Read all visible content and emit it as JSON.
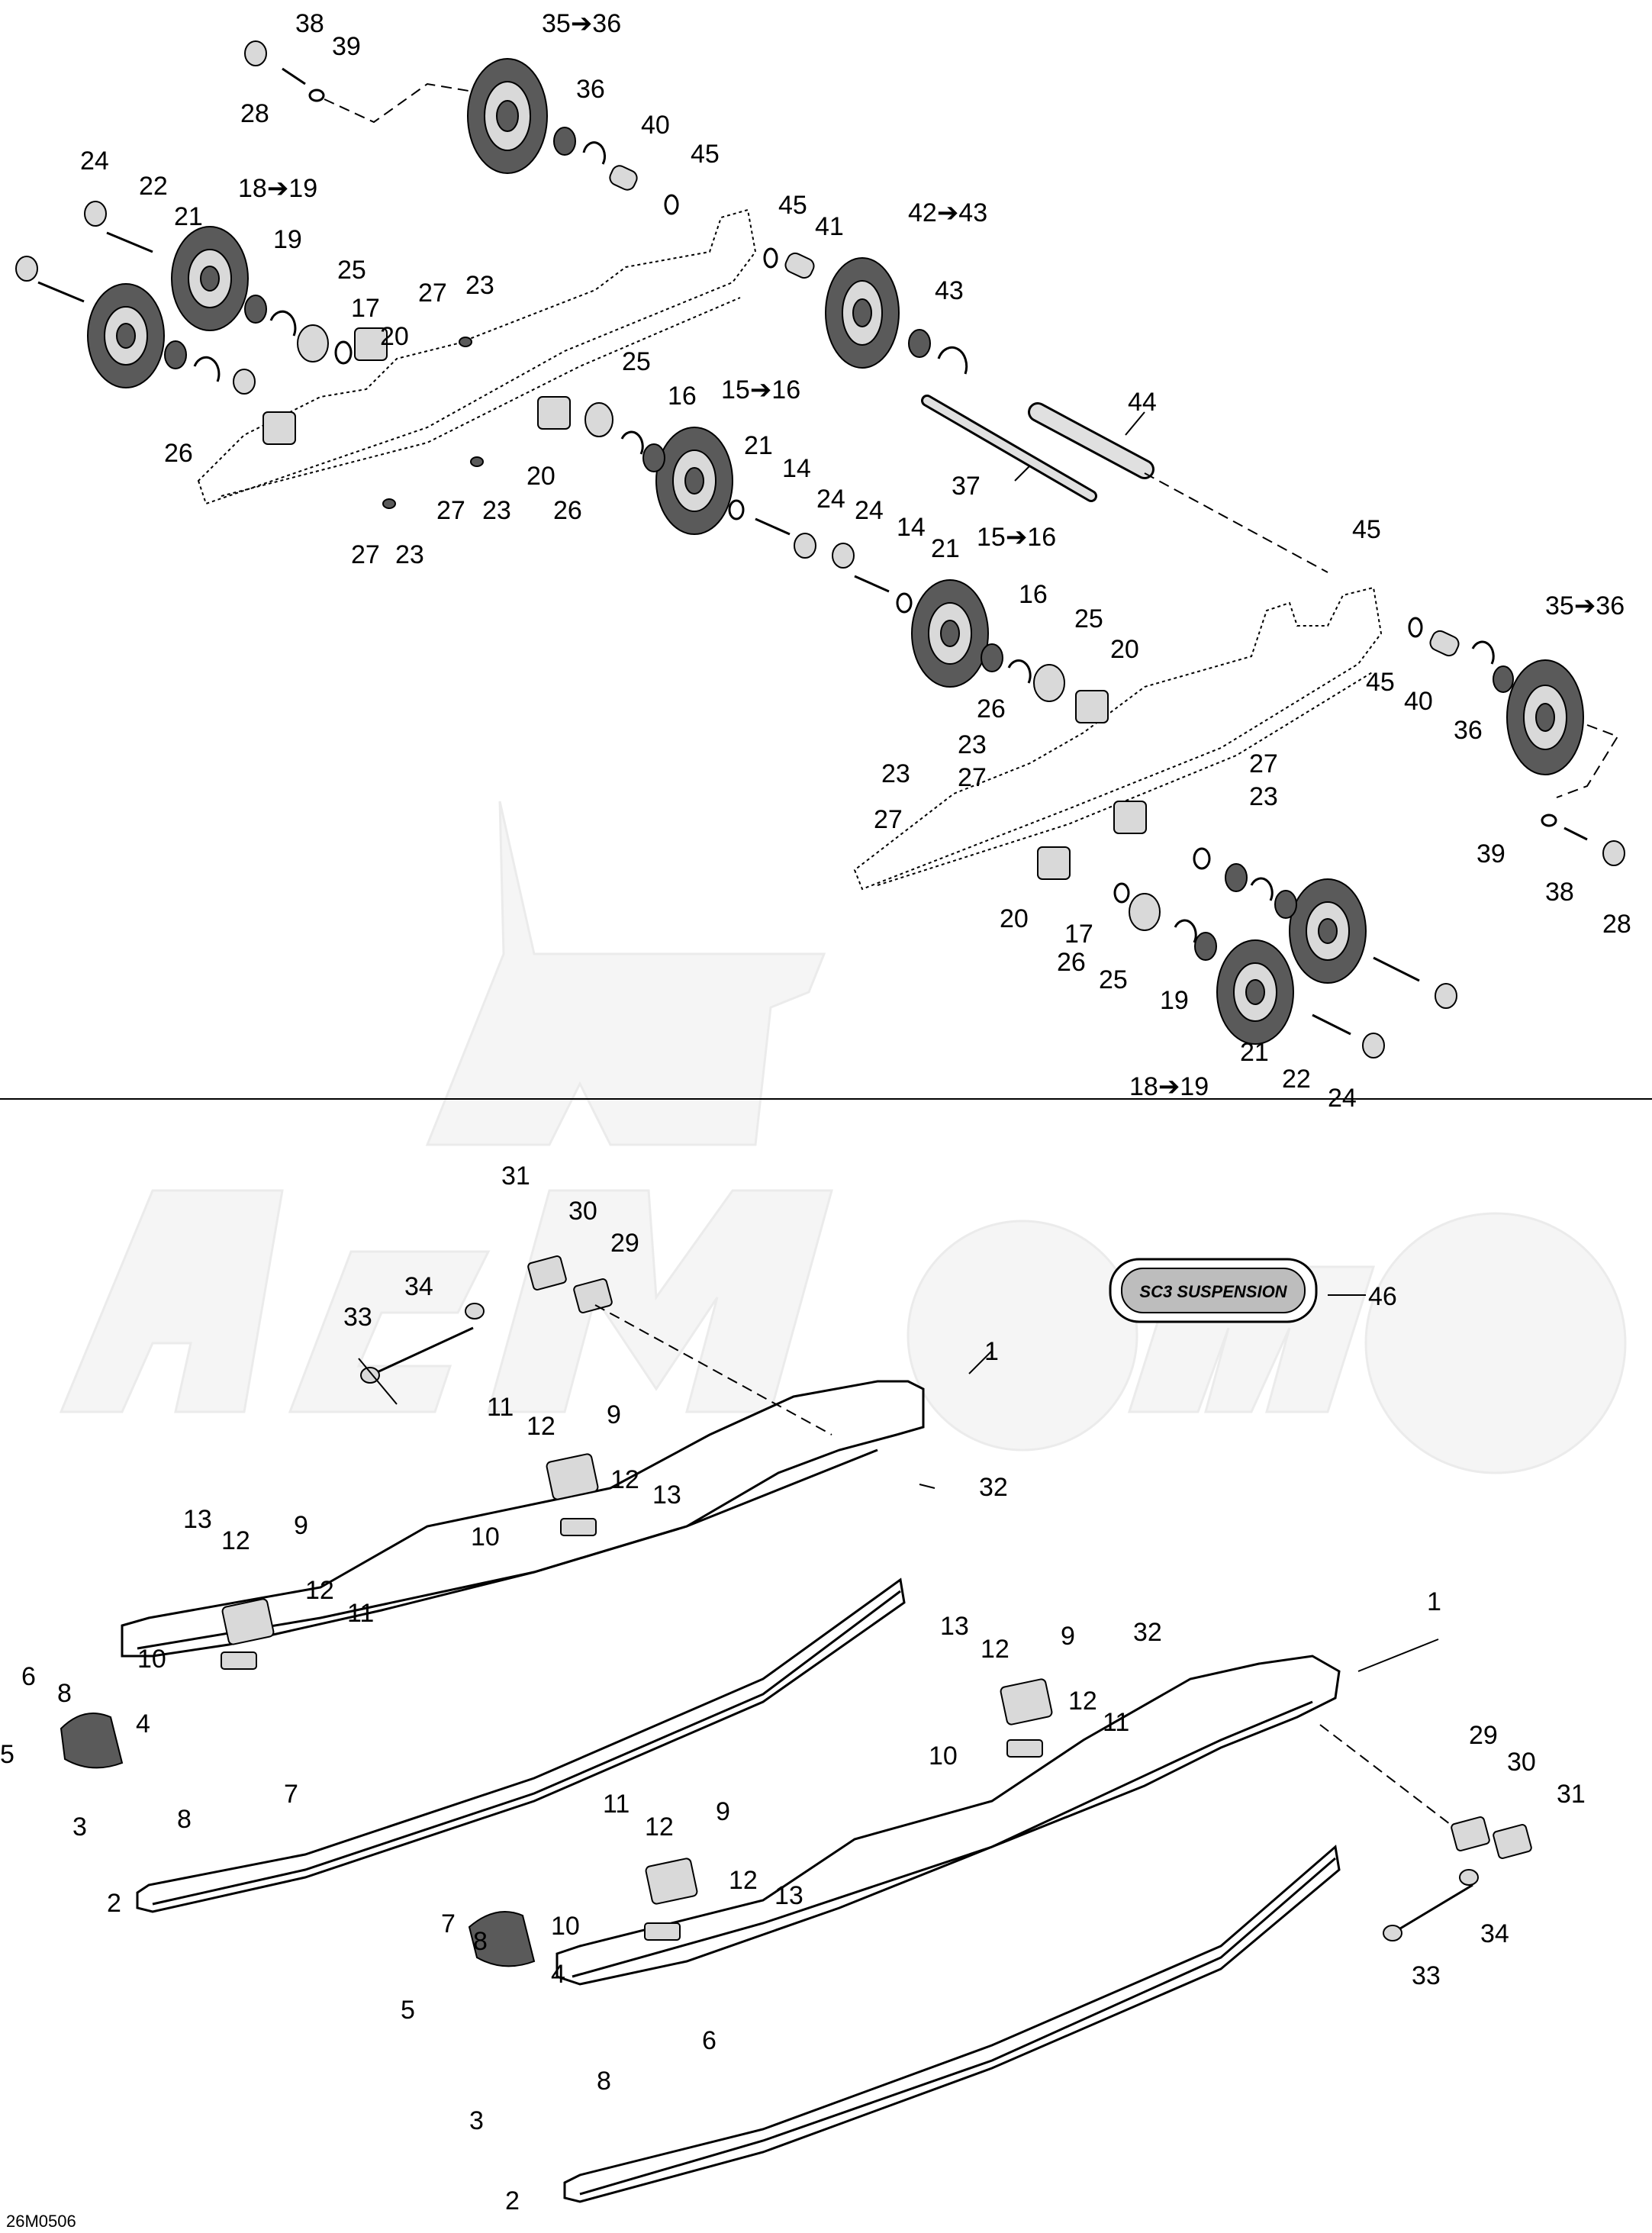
{
  "diagram": {
    "code": "26M0506",
    "logo_text": "SC3 SUSPENSION",
    "watermark_text": "ArcMoto",
    "colors": {
      "ink": "#000000",
      "watermark": "#e8e8e8",
      "background": "#ffffff"
    }
  },
  "top": {
    "labels": [
      "38",
      "39",
      "28",
      "35➔36",
      "36",
      "40",
      "45",
      "45",
      "41",
      "42➔43",
      "43",
      "24",
      "22",
      "21",
      "18➔19",
      "19",
      "25",
      "17",
      "20",
      "27",
      "23",
      "26",
      "27",
      "23",
      "27",
      "23",
      "25",
      "16",
      "15➔16",
      "21",
      "14",
      "24",
      "24",
      "14",
      "21",
      "20",
      "26",
      "44",
      "37",
      "45",
      "35➔36",
      "15➔16",
      "16",
      "25",
      "20",
      "26",
      "45",
      "40",
      "36",
      "23",
      "27",
      "23",
      "27",
      "23",
      "27",
      "39",
      "38",
      "28",
      "20",
      "26",
      "17",
      "25",
      "19",
      "18➔19",
      "21",
      "22",
      "24"
    ]
  },
  "bottom": {
    "labels": [
      "31",
      "30",
      "29",
      "34",
      "33",
      "46",
      "1",
      "11",
      "12",
      "9",
      "12",
      "13",
      "32",
      "10",
      "13",
      "12",
      "9",
      "12",
      "11",
      "10",
      "1",
      "13",
      "12",
      "9",
      "32",
      "12",
      "11",
      "10",
      "6",
      "8",
      "4",
      "5",
      "7",
      "8",
      "3",
      "11",
      "12",
      "9",
      "12",
      "13",
      "10",
      "29",
      "30",
      "31",
      "34",
      "33",
      "2",
      "7",
      "8",
      "4",
      "5",
      "6",
      "8",
      "3",
      "2"
    ]
  }
}
